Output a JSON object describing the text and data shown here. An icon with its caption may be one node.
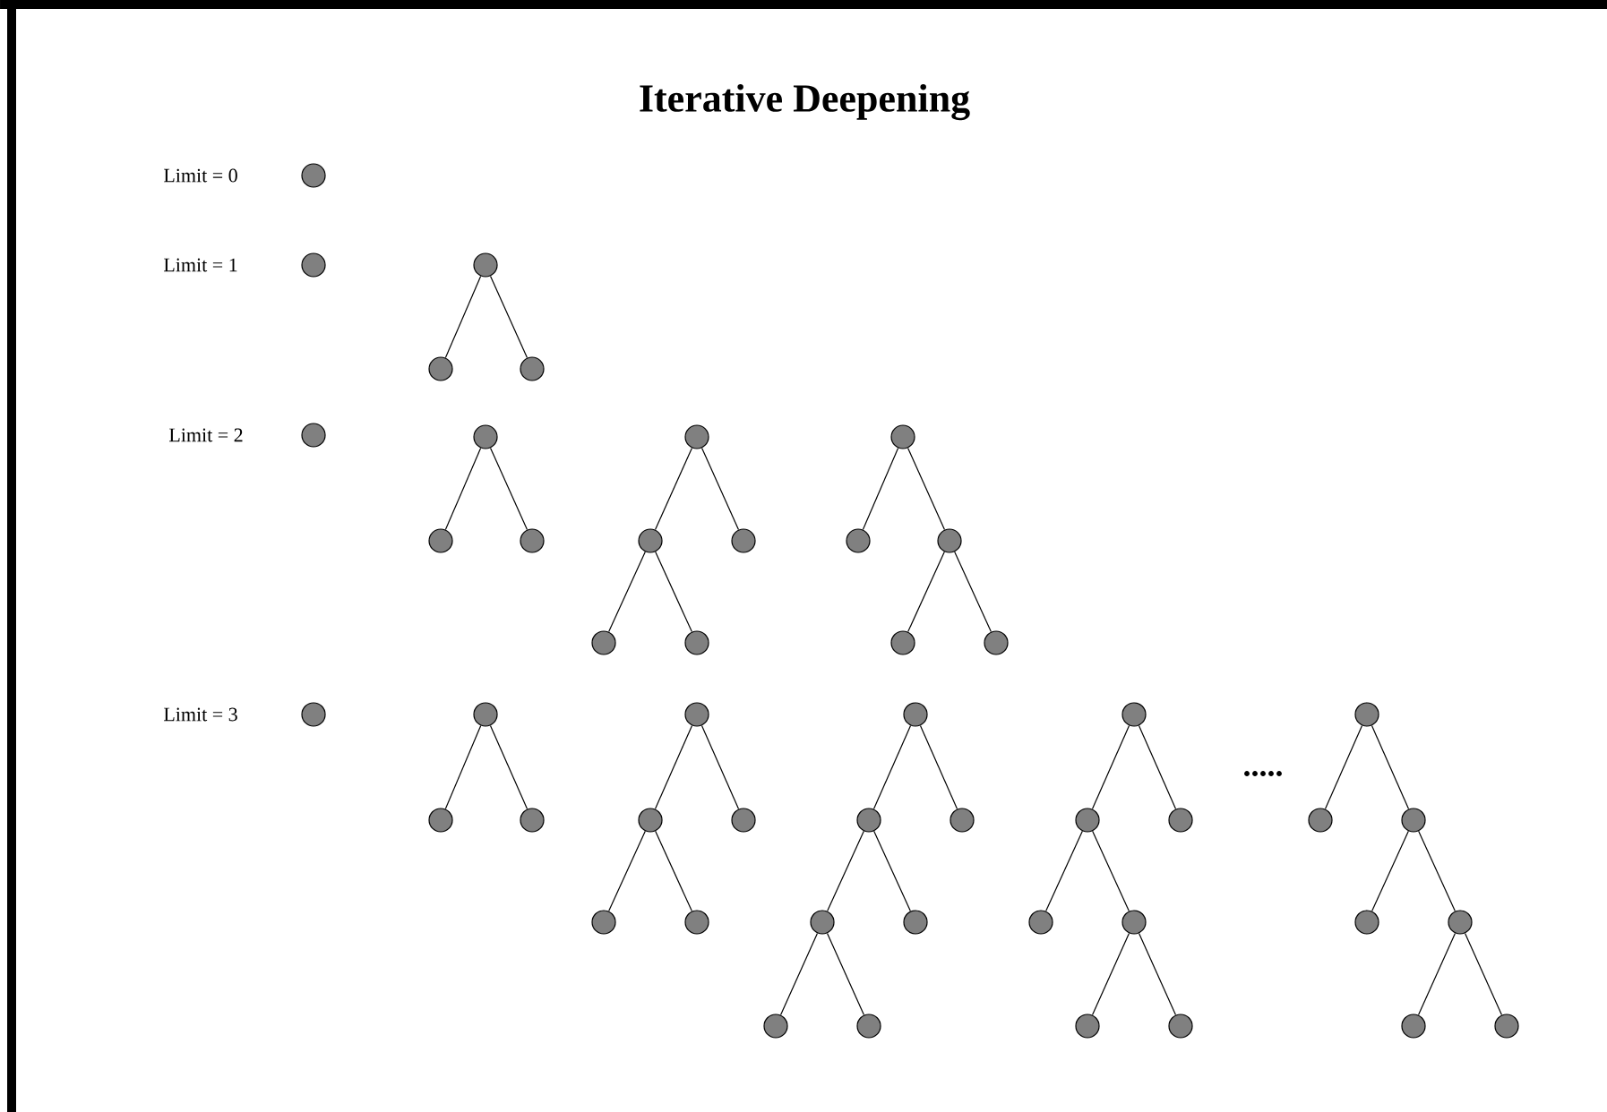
{
  "diagram": {
    "title": "Iterative Deepening",
    "nodes": [
      {
        "text": [],
        "shape": "circle"
      },
      {
        "text": [],
        "shape": "circle"
      },
      {
        "text": [],
        "shape": "circle"
      },
      {
        "text": [],
        "shape": "circle"
      },
      {
        "text": [],
        "shape": "circle"
      },
      {
        "text": [],
        "shape": "circle"
      },
      {
        "text": [],
        "shape": "circle"
      },
      {
        "text": [],
        "shape": "circle"
      },
      {
        "text": [],
        "shape": "circle"
      },
      {
        "text": [],
        "shape": "circle"
      },
      {
        "text": [],
        "shape": "circle"
      },
      {
        "text": [],
        "shape": "circle"
      },
      {
        "text": [],
        "shape": "circle"
      },
      {
        "text": [],
        "shape": "circle"
      },
      {
        "text": [],
        "shape": "circle"
      },
      {
        "text": [],
        "shape": "circle"
      },
      {
        "text": [],
        "shape": "circle"
      },
      {
        "text": [],
        "shape": "circle"
      },
      {
        "text": [],
        "shape": "circle"
      },
      {
        "text": [],
        "shape": "circle"
      },
      {
        "text": [],
        "shape": "circle"
      },
      {
        "text": [],
        "shape": "circle"
      },
      {
        "text": [],
        "shape": "circle"
      },
      {
        "text": [],
        "shape": "circle"
      },
      {
        "text": [],
        "shape": "circle"
      },
      {
        "text": [],
        "shape": "circle"
      },
      {
        "text": [],
        "shape": "circle"
      },
      {
        "text": [],
        "shape": "circle"
      },
      {
        "text": [],
        "shape": "circle"
      },
      {
        "text": [],
        "shape": "circle"
      },
      {
        "text": [],
        "shape": "circle"
      },
      {
        "text": [],
        "shape": "circle"
      },
      {
        "text": [],
        "shape": "circle"
      },
      {
        "text": [],
        "shape": "circle"
      },
      {
        "text": [],
        "shape": "circle"
      },
      {
        "text": [],
        "shape": "circle"
      },
      {
        "text": [],
        "shape": "circle"
      },
      {
        "text": [],
        "shape": "circle"
      },
      {
        "text": [],
        "shape": "circle"
      },
      {
        "text": [],
        "shape": "circle"
      },
      {
        "text": [],
        "shape": "circle"
      },
      {
        "text": [],
        "shape": "circle"
      },
      {
        "text": [],
        "shape": "circle"
      },
      {
        "text": [],
        "shape": "circle"
      },
      {
        "text": [],
        "shape": "circle"
      },
      {
        "text": [],
        "shape": "circle"
      },
      {
        "text": [],
        "shape": "circle"
      },
      {
        "text": [],
        "shape": "circle"
      },
      {
        "text": [],
        "shape": "circle"
      }
    ],
    "edges": [
      {
        "from": 2,
        "to": 3,
        "arrow": "none"
      },
      {
        "from": 2,
        "to": 4,
        "arrow": "none"
      },
      {
        "from": 6,
        "to": 7,
        "arrow": "none"
      },
      {
        "from": 6,
        "to": 8,
        "arrow": "none"
      },
      {
        "from": 9,
        "to": 10,
        "arrow": "none"
      },
      {
        "from": 9,
        "to": 11,
        "arrow": "none"
      },
      {
        "from": 10,
        "to": 12,
        "arrow": "none"
      },
      {
        "from": 10,
        "to": 13,
        "arrow": "none"
      },
      {
        "from": 14,
        "to": 15,
        "arrow": "none"
      },
      {
        "from": 14,
        "to": 16,
        "arrow": "none"
      },
      {
        "from": 16,
        "to": 17,
        "arrow": "none"
      },
      {
        "from": 16,
        "to": 18,
        "arrow": "none"
      },
      {
        "from": 20,
        "to": 21,
        "arrow": "none"
      },
      {
        "from": 20,
        "to": 22,
        "arrow": "none"
      },
      {
        "from": 23,
        "to": 24,
        "arrow": "none"
      },
      {
        "from": 23,
        "to": 25,
        "arrow": "none"
      },
      {
        "from": 24,
        "to": 26,
        "arrow": "none"
      },
      {
        "from": 24,
        "to": 27,
        "arrow": "none"
      },
      {
        "from": 28,
        "to": 29,
        "arrow": "none"
      },
      {
        "from": 28,
        "to": 30,
        "arrow": "none"
      },
      {
        "from": 29,
        "to": 31,
        "arrow": "none"
      },
      {
        "from": 29,
        "to": 32,
        "arrow": "none"
      },
      {
        "from": 31,
        "to": 33,
        "arrow": "none"
      },
      {
        "from": 31,
        "to": 34,
        "arrow": "none"
      },
      {
        "from": 35,
        "to": 36,
        "arrow": "none"
      },
      {
        "from": 35,
        "to": 37,
        "arrow": "none"
      },
      {
        "from": 36,
        "to": 38,
        "arrow": "none"
      },
      {
        "from": 36,
        "to": 39,
        "arrow": "none"
      },
      {
        "from": 39,
        "to": 40,
        "arrow": "none"
      },
      {
        "from": 39,
        "to": 41,
        "arrow": "none"
      },
      {
        "from": 42,
        "to": 43,
        "arrow": "none"
      },
      {
        "from": 42,
        "to": 44,
        "arrow": "none"
      },
      {
        "from": 44,
        "to": 45,
        "arrow": "none"
      },
      {
        "from": 44,
        "to": 46,
        "arrow": "none"
      },
      {
        "from": 46,
        "to": 47,
        "arrow": "none"
      },
      {
        "from": 46,
        "to": 48,
        "arrow": "none"
      }
    ],
    "labels": [
      "Limit = 0",
      "Limit = 1",
      "Limit = 2",
      "Limit = 3",
      "....."
    ]
  }
}
